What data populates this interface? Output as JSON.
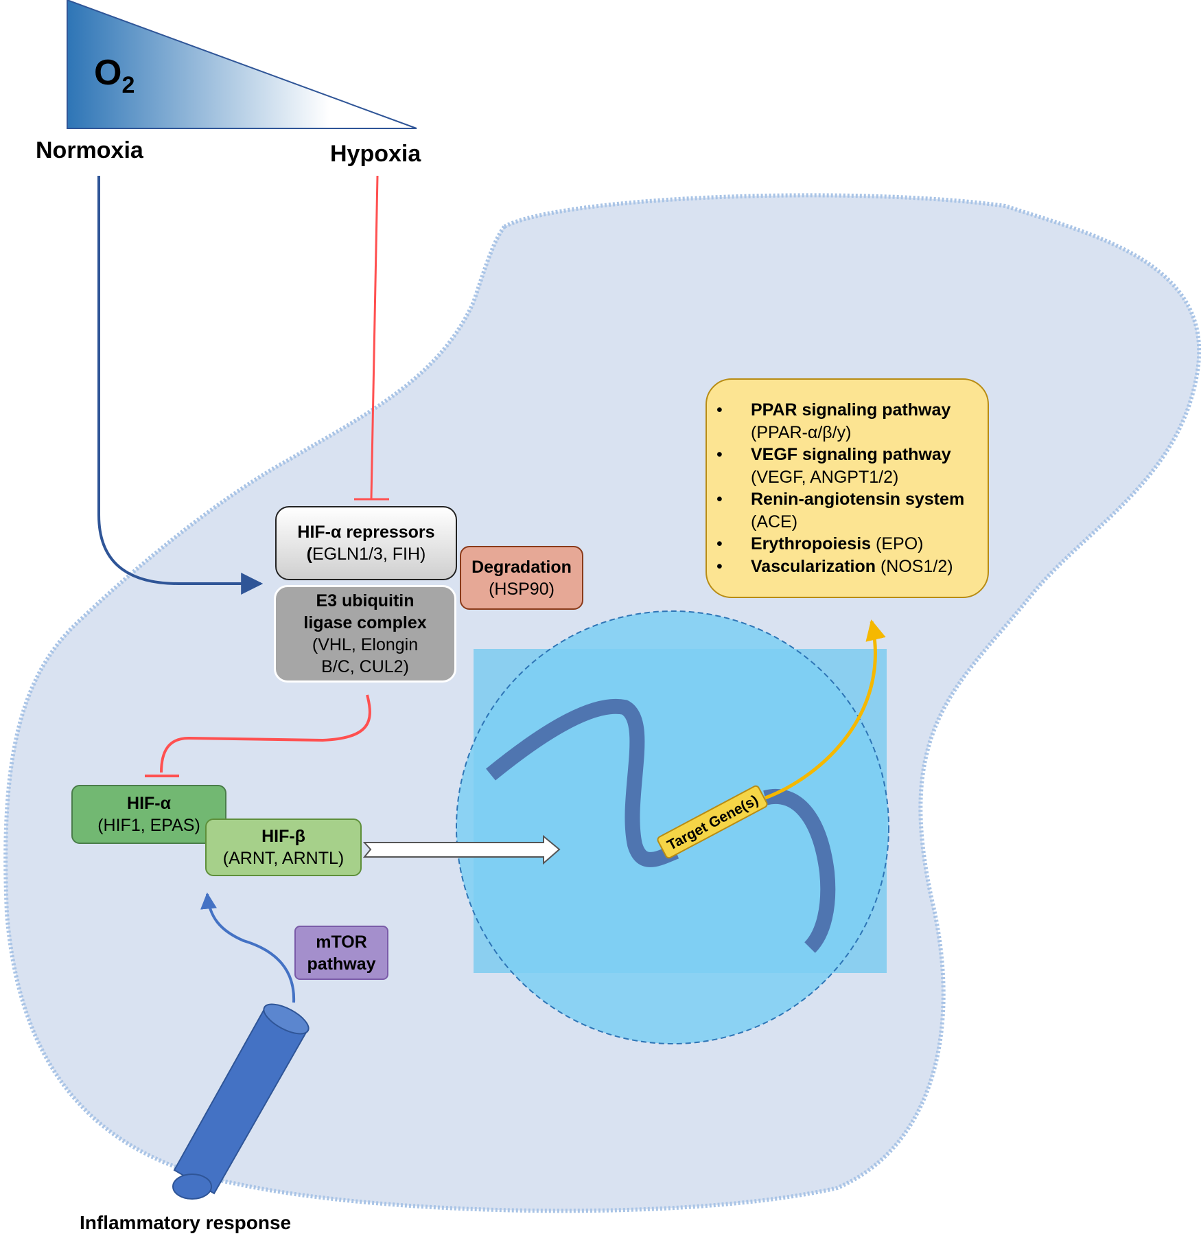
{
  "oxygen_gradient": {
    "symbol": "O",
    "subscript": "2",
    "left_label": "Normoxia",
    "right_label": "Hypoxia"
  },
  "repressors": {
    "title": "HIF-α repressors",
    "subtitle_paren_open": "(",
    "subtitle_rest": "EGLN1/3, FIH)"
  },
  "e3_complex": {
    "title_line1": "E3 ubiquitin",
    "title_line2": "ligase complex",
    "detail_line1": "(VHL, Elongin",
    "detail_line2": "B/C, CUL2)"
  },
  "degradation": {
    "title": "Degradation",
    "detail": "(HSP90)"
  },
  "hif_alpha": {
    "title": "HIF-α",
    "detail": "(HIF1, EPAS)"
  },
  "hif_beta": {
    "title": "HIF-β",
    "detail": "(ARNT, ARNTL)"
  },
  "mtor": {
    "line1": "mTOR",
    "line2": "pathway"
  },
  "nucleus": {
    "gene_label": "Target Gene(s)"
  },
  "inflammation": {
    "label": "Inflammatory response"
  },
  "target_pathways": [
    {
      "name": "PPAR signaling pathway",
      "detail": "(PPAR-α/β/y)"
    },
    {
      "name": "VEGF signaling pathway",
      "detail": "(VEGF, ANGPT1/2)"
    },
    {
      "name": "Renin-angiotensin system",
      "detail": "(ACE)"
    },
    {
      "name": "Erythropoiesis",
      "detail": "(EPO)"
    },
    {
      "name": "Vascularization",
      "detail": "(NOS1/2)"
    }
  ],
  "colors": {
    "normoxia_arrow": "#2f5597",
    "inhibition": "#ff5050",
    "target_arrow": "#f5b800",
    "cell_fill": "#d9e2f1",
    "cell_border": "#a9c4e6",
    "nucleus_fill": "#7ccff3",
    "receptor": "#4472c4"
  }
}
